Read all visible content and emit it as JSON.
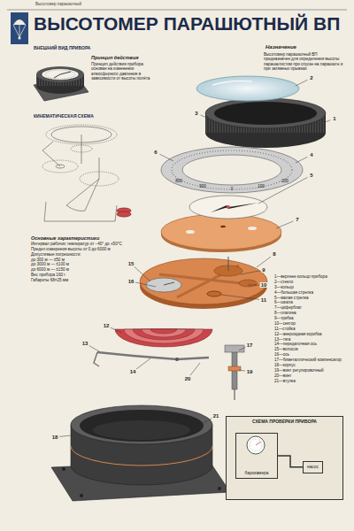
{
  "diagram": {
    "title": "ВЫСОТОМЕР ПАРАШЮТНЫЙ ВП",
    "nodes": [
      {
        "text": [
          "СХЕМА ПРОВЕРКИ ПРИБОРА"
        ]
      },
      {
        "text": [
          "барокамера"
        ],
        "in": 0
      },
      {
        "text": [
          "насос"
        ],
        "in": 0
      }
    ],
    "edges": [
      {
        "from": 1,
        "to": 2,
        "arrow": "none"
      }
    ],
    "labels": [
      "Высотомер парашютный",
      "ВНЕШНИЙ ВИД ПРИБОРА",
      "Назначение",
      "Высотомер парашютный ВП предназначен для определения высоты парашютистом при спуске на парашюте и при затяжных прыжках",
      "Принцип действия",
      "Принцип действия прибора основан на изменении атмосферного давления в зависимости от высоты полёта",
      "КИНЕМАТИЧЕСКАЯ СХЕМА",
      "Основные характеристики",
      "Интервал рабочих температур от −40° до +50°С",
      "Предел измерения высоты от 0 до 6000 м",
      "Допустимые погрешности:",
      "до 300 м — ±50 м",
      "до 3000 м — ±100 м",
      "до 6000 м — ±150 м",
      "Вес прибора 160 г",
      "Габариты 68×25 мм",
      "1—верхнее кольцо прибора",
      "2—стекло",
      "3—кольцо",
      "4—большая стрелка",
      "5—малая стрелка",
      "6—шкала",
      "7—циферблат",
      "8—платина",
      "9—трибка",
      "10—сектор",
      "11—стойка",
      "12—анероидная коробка",
      "13—тяга",
      "14—передаточная ось",
      "15—волосок",
      "16—ось",
      "17—биметаллический компенсатор",
      "18—корпус",
      "19—винт регулировочный",
      "20—винт",
      "21—втулка",
      "1",
      "2",
      "3",
      "4",
      "5",
      "6",
      "7",
      "8",
      "9",
      "10",
      "11",
      "12",
      "13",
      "14",
      "15",
      "16",
      "17",
      "18",
      "19",
      "20",
      "21",
      "800",
      "900",
      "0",
      "100",
      "200"
    ]
  }
}
